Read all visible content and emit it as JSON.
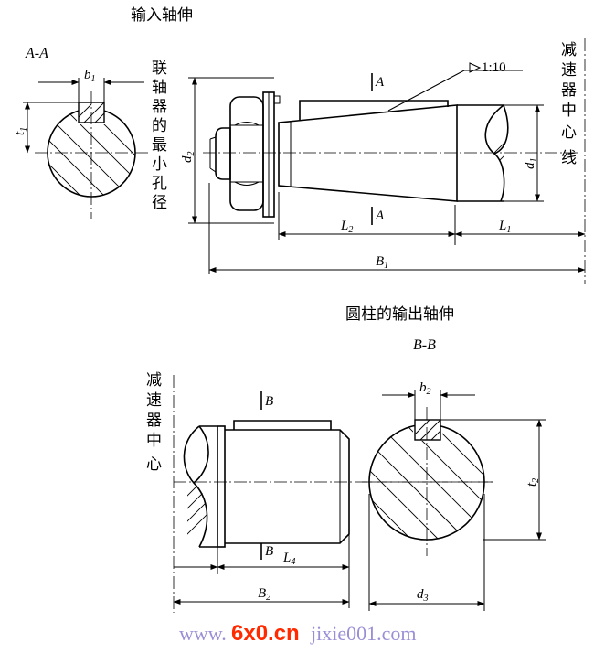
{
  "titles": {
    "input_shaft": "输入轴伸",
    "output_shaft": "圆柱的输出轴伸"
  },
  "notes": {
    "coupling_min_bore": "联轴器的最小孔径",
    "reducer_center_line": "减速器中心线"
  },
  "sections": {
    "aa": "A-A",
    "bb": "B-B",
    "a_mark": "A",
    "b_mark": "B"
  },
  "taper": "1:10",
  "dims": {
    "b1": {
      "base": "b",
      "sub": "1"
    },
    "t1": {
      "base": "t",
      "sub": "1"
    },
    "d1": {
      "base": "d",
      "sub": "1"
    },
    "d2": {
      "base": "d",
      "sub": "2"
    },
    "L1": {
      "base": "L",
      "sub": "1"
    },
    "L2": {
      "base": "L",
      "sub": "2"
    },
    "B1": {
      "base": "B",
      "sub": "1"
    },
    "b2": {
      "base": "b",
      "sub": "2"
    },
    "t2": {
      "base": "t",
      "sub": "2"
    },
    "L4": {
      "base": "L",
      "sub": "4"
    },
    "B2": {
      "base": "B",
      "sub": "2"
    },
    "d3": {
      "base": "d",
      "sub": "3"
    }
  },
  "watermark": {
    "prefix": "www.",
    "brand": "6x0.cn",
    "suffix": "jixie001.com"
  }
}
